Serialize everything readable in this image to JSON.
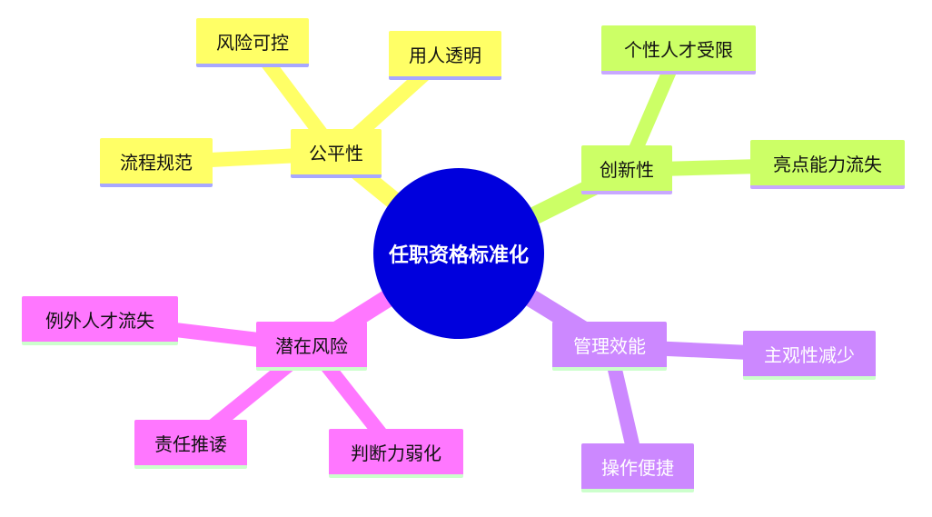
{
  "center": {
    "label": "任职资格标准化",
    "color": "#0000dd"
  },
  "branches": [
    {
      "id": "fairness",
      "label": "公平性",
      "color": "#ffff66",
      "underline": "#a8a8ff",
      "children": [
        {
          "id": "risk-control",
          "label": "风险可控"
        },
        {
          "id": "transparent-hiring",
          "label": "用人透明"
        },
        {
          "id": "process-standard",
          "label": "流程规范"
        }
      ]
    },
    {
      "id": "innovation",
      "label": "创新性",
      "color": "#ccff66",
      "underline": "#c8a8ff",
      "children": [
        {
          "id": "talent-limited",
          "label": "个性人才受限"
        },
        {
          "id": "highlight-loss",
          "label": "亮点能力流失"
        }
      ]
    },
    {
      "id": "efficiency",
      "label": "管理效能",
      "color": "#cc88ff",
      "underline": "#ccffcc",
      "children": [
        {
          "id": "less-subjective",
          "label": "主观性减少"
        },
        {
          "id": "easy-operation",
          "label": "操作便捷"
        }
      ]
    },
    {
      "id": "risks",
      "label": "潜在风险",
      "color": "#ff77ff",
      "underline": "#ccffcc",
      "children": [
        {
          "id": "exception-loss",
          "label": "例外人才流失"
        },
        {
          "id": "blame-shifting",
          "label": "责任推诿"
        },
        {
          "id": "judgment-weakened",
          "label": "判断力弱化"
        }
      ]
    }
  ]
}
